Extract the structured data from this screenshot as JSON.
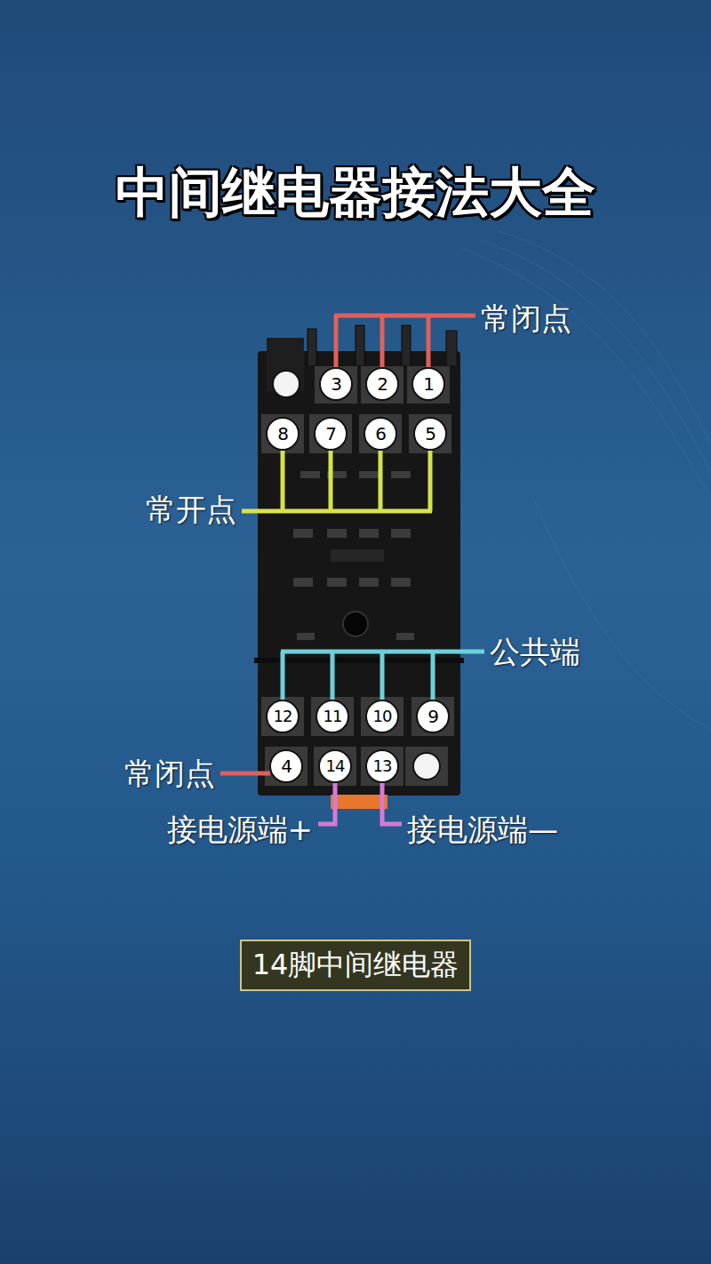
{
  "diagram": {
    "title": "中间继电器接法大全",
    "caption": "14脚中间继电器",
    "nodes": [
      {
        "text": [
          "3"
        ]
      },
      {
        "text": [
          "2"
        ]
      },
      {
        "text": [
          "1"
        ]
      },
      {
        "text": [
          "8"
        ]
      },
      {
        "text": [
          "7"
        ]
      },
      {
        "text": [
          "6"
        ]
      },
      {
        "text": [
          "5"
        ]
      },
      {
        "text": [
          "12"
        ]
      },
      {
        "text": [
          "11"
        ]
      },
      {
        "text": [
          "10"
        ]
      },
      {
        "text": [
          "9"
        ]
      },
      {
        "text": [
          "4"
        ]
      },
      {
        "text": [
          "14"
        ]
      },
      {
        "text": [
          "13"
        ]
      }
    ],
    "labels": [
      "常闭点",
      "常开点",
      "公共端",
      "常闭点",
      "接电源端+",
      "接电源端—"
    ]
  }
}
